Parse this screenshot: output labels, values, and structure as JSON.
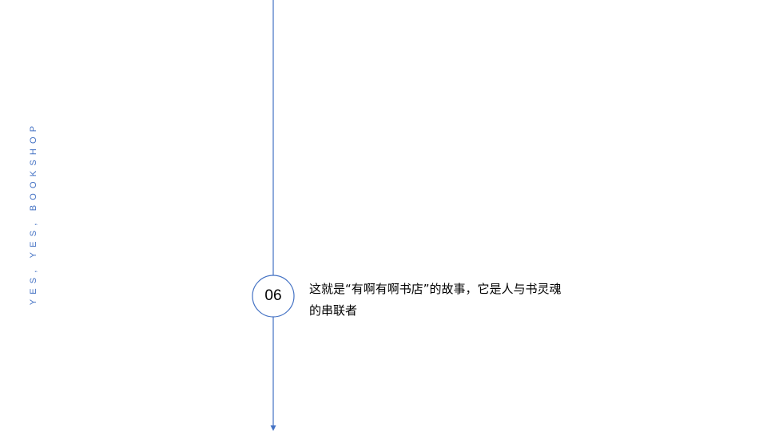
{
  "slide": {
    "side_label": "YES, YES, BOOKSHOP",
    "accent_color": "#4472c4",
    "timeline": {
      "step_number": "06",
      "step_text": "这就是“有啊有啊书店”的故事，它是人与书灵魂的串联者"
    }
  }
}
